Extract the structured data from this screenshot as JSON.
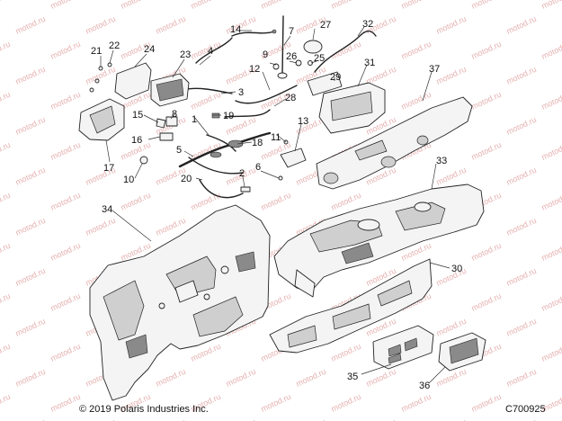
{
  "diagram": {
    "callouts": [
      "1",
      "2",
      "3",
      "4",
      "5",
      "6",
      "7",
      "8",
      "9",
      "10",
      "11",
      "12",
      "13",
      "14",
      "15",
      "16",
      "17",
      "18",
      "19",
      "20",
      "21",
      "22",
      "23",
      "24",
      "25",
      "26",
      "27",
      "28",
      "29",
      "30",
      "31",
      "32",
      "33",
      "34",
      "35",
      "36",
      "37"
    ],
    "watermark_text": "motod.ru"
  },
  "footer": {
    "copyright": "© 2019 Polaris Industries Inc.",
    "doc_number": "C700925"
  }
}
